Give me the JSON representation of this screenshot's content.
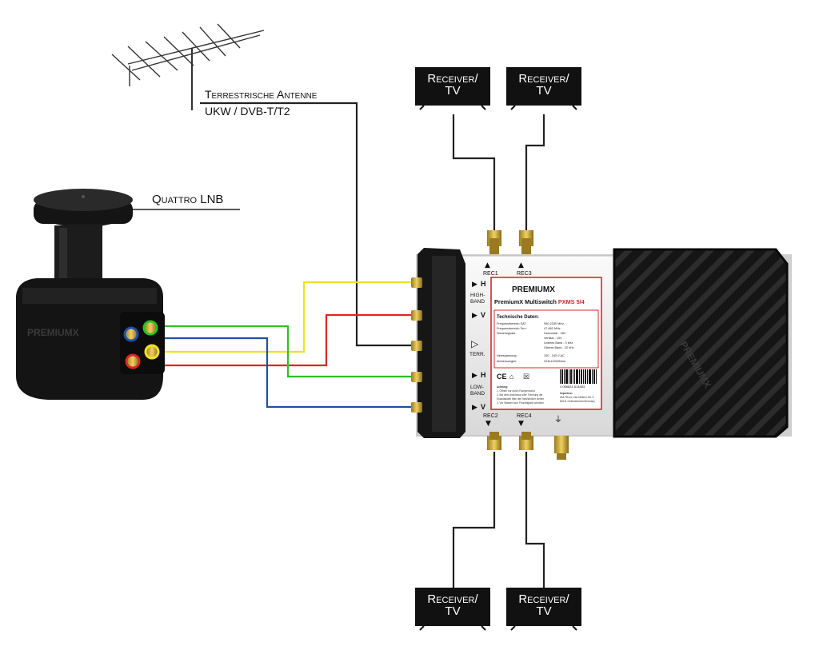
{
  "antenna": {
    "title": "Terrestrische Antenne",
    "subtitle": "UKW / DVB-T/T2"
  },
  "lnb": {
    "title": "Quattro LNB",
    "brand": "PREMIUMX"
  },
  "receivers": [
    {
      "line1": "Receiver/",
      "line2": "TV"
    },
    {
      "line1": "Receiver/",
      "line2": "TV"
    },
    {
      "line1": "Receiver/",
      "line2": "TV"
    },
    {
      "line1": "Receiver/",
      "line2": "TV"
    }
  ],
  "multiswitch": {
    "brand": "PREMIUMX",
    "model_prefix": "PremiumX Multiswitch ",
    "model_code": "PXMS 5/4",
    "left_labels": [
      "H",
      "HIGH-",
      "BAND",
      "V",
      "TERR.",
      "H",
      "LOW-",
      "BAND",
      "V"
    ],
    "rec_labels": [
      "REC1",
      "REC3",
      "REC2",
      "REC4"
    ],
    "tech_title": "Technische Daten:",
    "tech_rows": [
      [
        "Frequenzbereich SAT:",
        "950-2150 MHz"
      ],
      [
        "Frequenzbereich Terr.:",
        "47-862 MHz"
      ],
      [
        "Steuersignale:",
        "Horizontal - 18V"
      ],
      [
        "",
        "Vertikal - 13V"
      ],
      [
        "",
        "Unteres Band - 0 kHz"
      ],
      [
        "",
        "Oberes Band - 22 kHz"
      ],
      [
        "Netzspannung:",
        "100 - 240 V AC"
      ],
      [
        "Abmessungen:",
        "223x129x55mm"
      ]
    ],
    "marks": [
      "CE",
      "⌂",
      "☒"
    ],
    "barcode_number": "4 056831 614853",
    "notes_title": "Achtung:",
    "notes": [
      "1. Öffnen nur durch Fachpersonal",
      "2. Bei dem Anschluss oder Trennung der",
      "   Koaxialkabel bitte den Netzstecker ziehen",
      "3. Vor Wasser bzw. Feuchtigkeit schützen"
    ],
    "importer": [
      "Importeur:",
      "ANLTRont, Lise-Meitner-Str. 5",
      "82211 Gelsenkirchen/Germany"
    ]
  },
  "colors": {
    "yellow": "#f0e020",
    "red": "#e02424",
    "green": "#2ec024",
    "blue": "#1f4fa8",
    "black": "#111111"
  }
}
